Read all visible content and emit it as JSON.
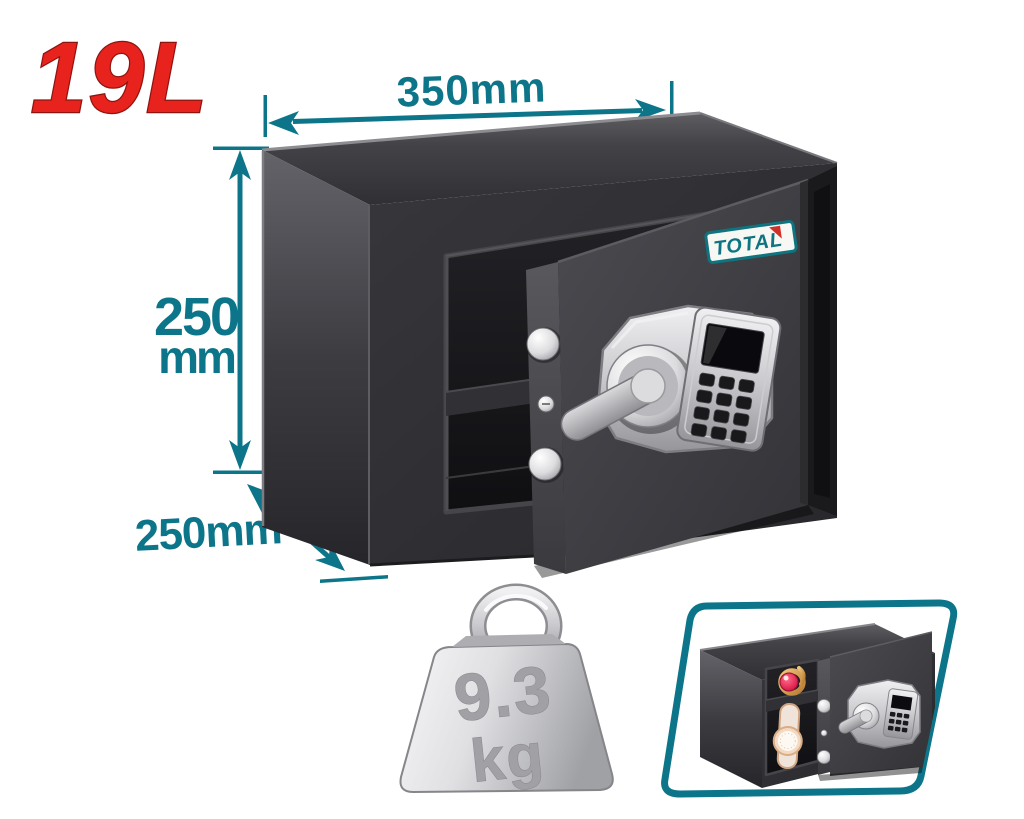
{
  "image": {
    "kind": "annotated product photo",
    "subject": "electronic digital safe box, door open",
    "background": "#ffffff"
  },
  "labels": {
    "volume": "19L",
    "width_dimension": "350mm",
    "height_dimension_value": "250",
    "height_dimension_unit": "mm",
    "depth_dimension": "250mm",
    "weight_value": "9.3",
    "weight_unit": "kg",
    "brand": "TOTAL"
  },
  "colors": {
    "dimension_teal": "#0d7589",
    "volume_red": "#e8231d",
    "brand_teal": "#0d7480",
    "logo_triangle_red": "#cf3128",
    "safe_body_dark": "#333337",
    "silver": "#d9d9dc",
    "weight_text_gray": "#a0a0a5"
  },
  "icons": [
    {
      "name": "weight-icon",
      "meaning": "product weight 9.3 kg"
    },
    {
      "name": "width-dimension-arrow",
      "meaning": "width 350mm"
    },
    {
      "name": "height-dimension-arrow",
      "meaning": "height 250mm"
    },
    {
      "name": "depth-dimension-arrow",
      "meaning": "depth 250mm"
    },
    {
      "name": "inset-photo-frame",
      "meaning": "safe shown open with jewelry inside"
    }
  ]
}
